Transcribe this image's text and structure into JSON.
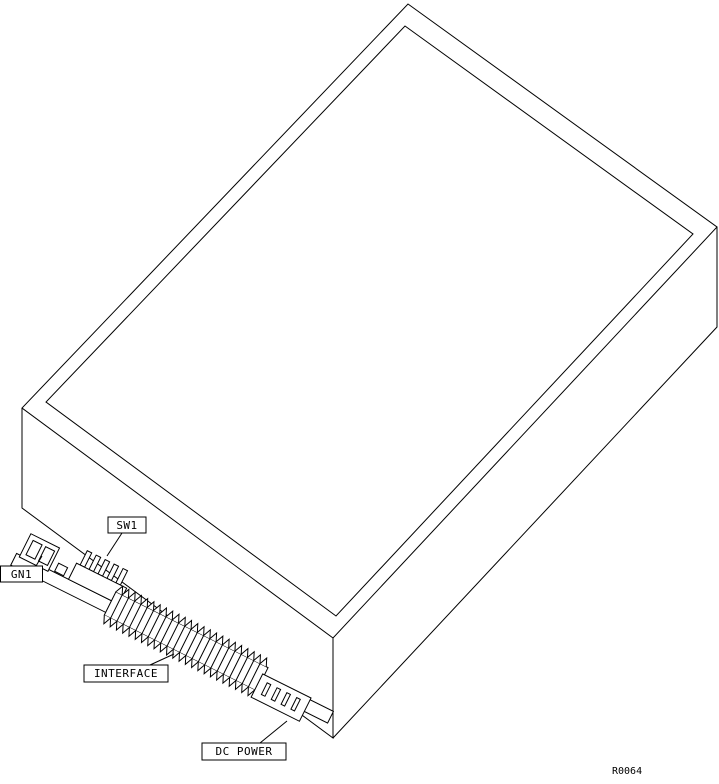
{
  "colors": {
    "line": "#000000",
    "background": "#ffffff"
  },
  "diagram": {
    "callouts": {
      "gn1": "GN1",
      "sw1": "SW1",
      "interface": "INTERFACE",
      "dc_power": "DC POWER"
    },
    "ref_code": "R0064"
  }
}
